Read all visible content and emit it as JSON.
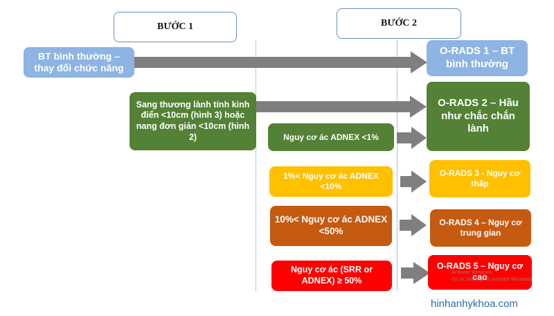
{
  "headers": {
    "step1": "BƯỚC 1",
    "step2": "BƯỚC 2"
  },
  "step1_boxes": {
    "normal": "BT bình thường – thay đổi chức năng",
    "benign": "Sang thương lành tính kinh điển <10cm (hình 3) hoặc nang đơn giản <10cm (hình 2)"
  },
  "risk_boxes": {
    "r1": "Nguy cơ ác ADNEX   <1%",
    "r2": "1%< Nguy cơ ác ADNEX <10%",
    "r3": "10%< Nguy cơ ác ADNEX <50%",
    "r4": "Nguy cơ ác (SRR or ADNEX) ≥ 50%"
  },
  "orads": {
    "o1": "O-RADS 1 – BT bình thường",
    "o2": "O-RADS 2 – Hầu như chắc chắn lành",
    "o3": "O-RADS 3 - Nguy cơ thấp",
    "o4": "O-RADS 4 – Nguy cơ trung gian",
    "o5": "O-RADS 5 – Nguy cơ cao"
  },
  "watermark": {
    "line1": "Activate Windows",
    "line2": "Go to Settings to activate Windows."
  },
  "footer": "hinhanhykhoa.com",
  "colors": {
    "blue": "#8db4e2",
    "green": "#538135",
    "yellow": "#ffc000",
    "orange": "#c55a11",
    "red": "#ff0000",
    "arrow": "#7f7f7f",
    "link": "#2f6aa8"
  }
}
